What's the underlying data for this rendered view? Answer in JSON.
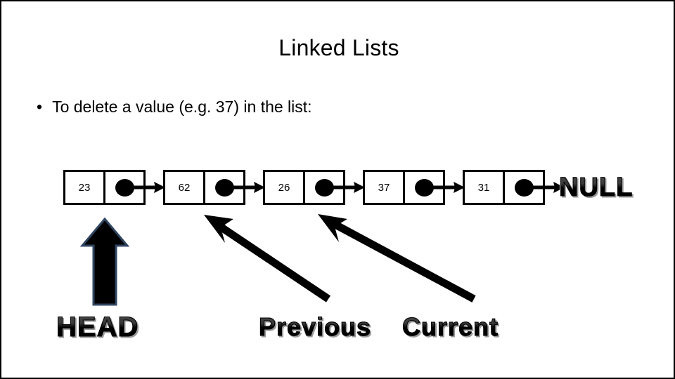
{
  "slide": {
    "title": "Linked Lists",
    "bullet_marker": "•",
    "bullet_text": "To delete a value (e.g. 37) in the list:",
    "background_color": "#ffffff",
    "border_color": "#000000"
  },
  "linked_list": {
    "nodes": [
      {
        "value": "23"
      },
      {
        "value": "62"
      },
      {
        "value": "26"
      },
      {
        "value": "37"
      },
      {
        "value": "31"
      }
    ],
    "terminator_label": "NULL",
    "node_fill": "#ffffff",
    "node_stroke": "#000000",
    "pointer_dot_color": "#000000"
  },
  "annotations": {
    "head_label": "HEAD",
    "head_arrow_color": "#000000",
    "head_arrow_outline_color": "#2f4560",
    "previous_label": "Previous",
    "current_label": "Current",
    "pointer_arrow_color": "#000000"
  },
  "icons": {
    "head_arrow": "arrow-up-block-icon",
    "previous_arrow": "arrow-up-left-icon",
    "current_arrow": "arrow-up-left-icon",
    "node_pointer": "filled-circle-icon",
    "next_arrow": "arrow-right-icon"
  }
}
